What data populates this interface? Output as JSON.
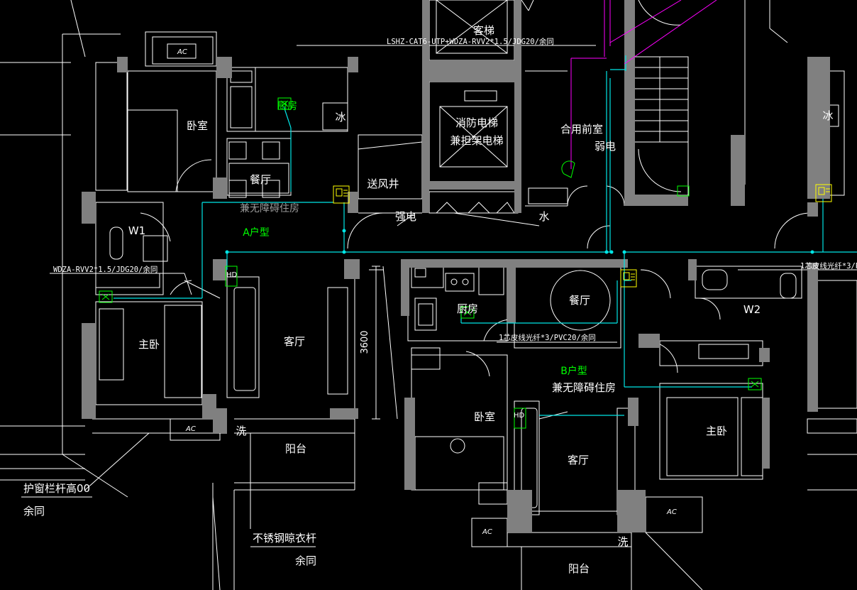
{
  "colors": {
    "background": "#000000",
    "wall": "#808080",
    "line": "#ffffff",
    "cyan": "#00e5e5",
    "green": "#00ff00",
    "yellow": "#ffff00",
    "magenta": "#ff00ff"
  },
  "labels": {
    "passenger_elevator": "客梯",
    "fire_elevator_1": "消防电梯",
    "fire_elevator_2": "兼担架电梯",
    "shared_lobby": "合用前室",
    "weak_current": "弱电",
    "strong_current": "强电",
    "water": "水",
    "air_shaft": "送风井",
    "a_bedroom": "卧室",
    "a_kitchen": "厨房",
    "a_dining": "餐厅",
    "a_barrier_free": "兼无障碍住房",
    "a_unit_type": "A户型",
    "a_wc": "W1",
    "a_master_bedroom": "主卧",
    "a_living": "客厅",
    "a_balcony": "阳台",
    "a_wash": "洗",
    "b_kitchen": "厨房",
    "b_dining": "餐厅",
    "b_wc": "W2",
    "b_unit_type": "B户型",
    "b_barrier_free": "兼无障碍住房",
    "b_bedroom": "卧室",
    "b_living": "客厅",
    "b_master_bedroom": "主卧",
    "b_balcony": "阳台",
    "b_wash": "洗",
    "fridge_a": "冰",
    "fridge_right": "冰",
    "hd_a": "HD",
    "hd_b": "HD",
    "ac": "AC",
    "dimension_3600": "3600",
    "note_window_rail": "护窗栏杆高00",
    "note_same_1": "余同",
    "note_rack": "不锈钢晾衣杆",
    "note_same_2": "余同"
  },
  "cables": {
    "top": "LSHZ-CAT6-UTP+WDZA-RVV2*1.5/JDG20/余同",
    "left": "WDZA-RVV2*1.5/JDG20/余同",
    "middle": "1芯皮线光纤*3/PVC20/余同",
    "right": "1芯皮线光纤*3/P"
  }
}
